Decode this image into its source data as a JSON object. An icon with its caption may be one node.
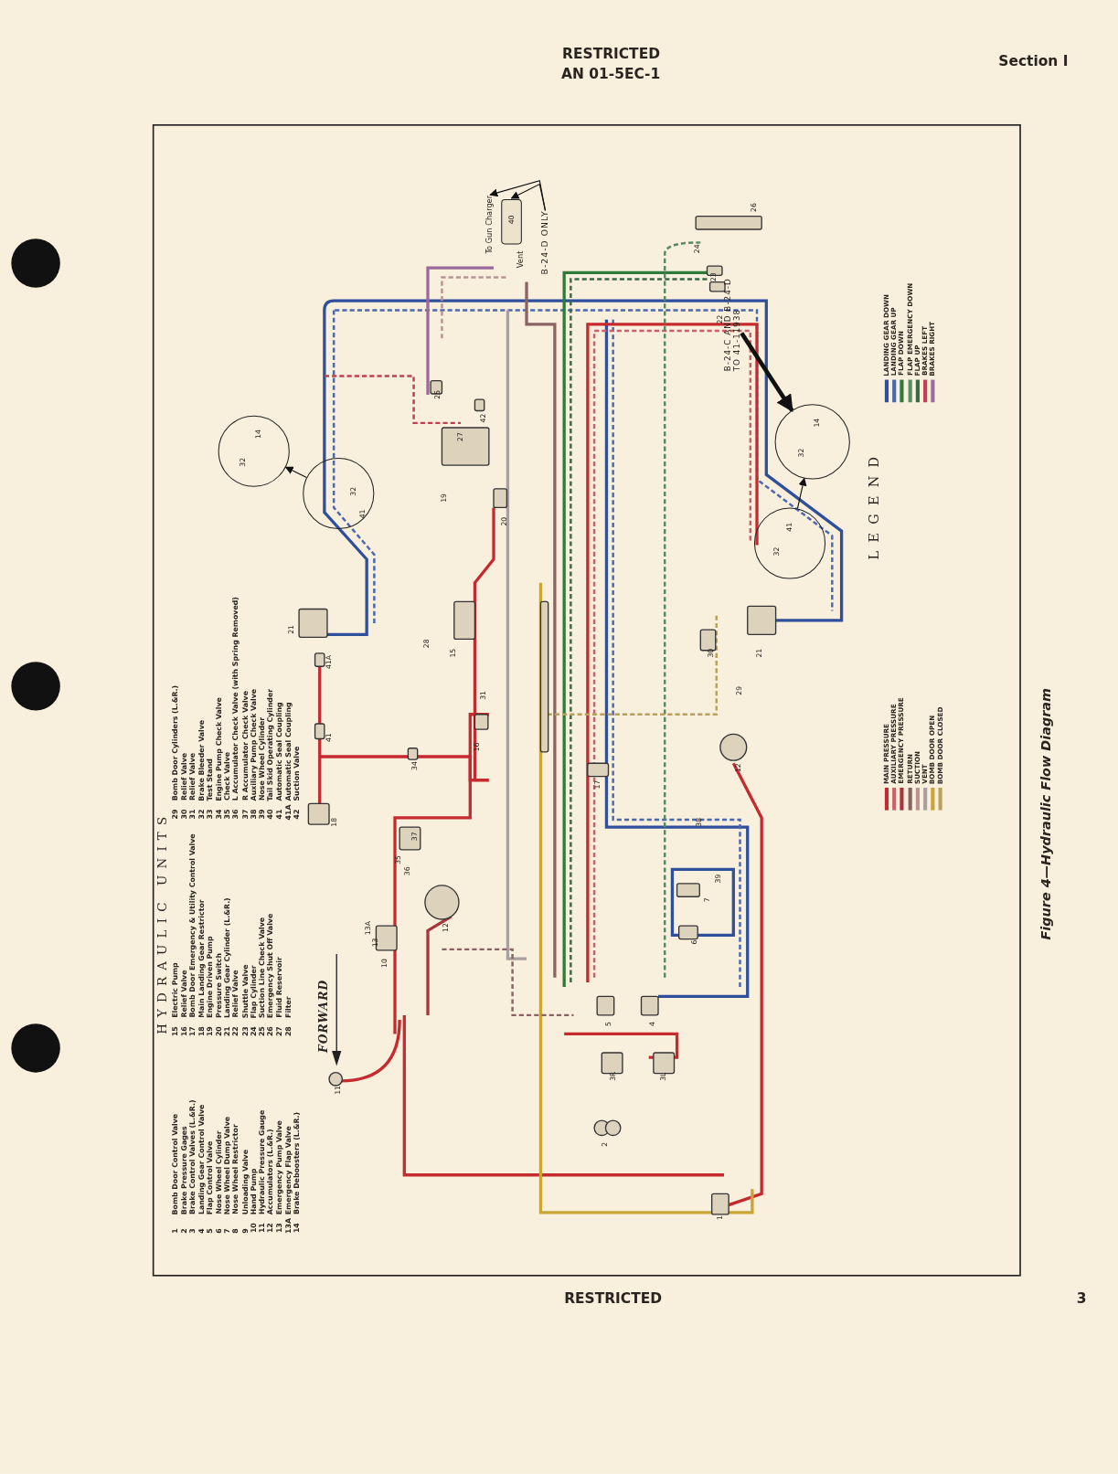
{
  "diagram": {
    "caption": "Figure 4—Hydraulic Flow Diagram",
    "nodes": [
      {
        "text": [
          "B-24-D ONLY"
        ]
      },
      {
        "text": [
          "To Gun Charger"
        ]
      },
      {
        "text": [
          "40"
        ]
      },
      {
        "text": [],
        "shape": "circle"
      },
      {
        "text": [
          "14",
          "32"
        ]
      },
      {
        "text": [],
        "shape": "circle"
      },
      {
        "text": [
          "14",
          "32"
        ]
      },
      {
        "text": [
          "B-24-C AND B-24-D TO 41-11938"
        ]
      }
    ],
    "edges": [
      {
        "from": 0,
        "to": 1,
        "arrow": "to"
      },
      {
        "from": 0,
        "to": 2,
        "arrow": "to"
      },
      {
        "from": 3,
        "to": 4,
        "arrow": "to"
      },
      {
        "from": 5,
        "to": 6,
        "arrow": "to"
      },
      {
        "from": 7,
        "to": 6,
        "arrow": "to",
        "style": "thick"
      }
    ],
    "labels": [
      "RESTRICTED",
      "AN 01-5EC-1",
      "Section I",
      "41A",
      "41",
      "18",
      "34",
      "16",
      "15",
      "28",
      "31",
      "20",
      "19",
      "27",
      "42",
      "25",
      "26",
      "23",
      "22",
      "24",
      "21",
      "32",
      "41",
      "21",
      "32",
      "41",
      "30",
      "29",
      "17",
      "38",
      "12",
      "12",
      "37",
      "35",
      "36",
      "10",
      "13",
      "13A",
      "11",
      "6",
      "7",
      "39",
      "5",
      "4",
      "3R",
      "3L",
      "2",
      "1",
      "FORWARD",
      "Vent",
      "HYDRAULIC UNITS",
      "1",
      "Bomb Door Control Valve",
      "2",
      "Brake Pressure Gages",
      "3",
      "Brake Control Valves (L.&R.)",
      "4",
      "Landing Gear Control Valve",
      "5",
      "Flap Control Valve",
      "6",
      "Nose Wheel Cylinder",
      "7",
      "Nose Wheel Dump Valve",
      "8",
      "Nose Wheel Restrictor",
      "9",
      "Unloading Valve",
      "10",
      "Hand Pump",
      "11",
      "Hydraulic Pressure Gauge",
      "12",
      "Accumulators (L.&R.)",
      "13",
      "Emergency Pump Valve",
      "13A",
      "Emergency Flap Valve",
      "14",
      "Brake Deboosters (L.&R.)",
      "15",
      "Electric Pump",
      "16",
      "Relief Valve",
      "17",
      "Bomb Door Emergency & Utility Control Valve",
      "18",
      "Main Landing Gear Restrictor",
      "19",
      "Engine Driven Pump",
      "20",
      "Pressure Switch",
      "21",
      "Landing Gear Cylinder (L.&R.)",
      "22",
      "Relief Valve",
      "23",
      "Shuttle Valve",
      "24",
      "Flap Cylinder",
      "25",
      "Suction Line Check Valve",
      "26",
      "Emergency Shut Off Valve",
      "27",
      "Fluid Reservoir",
      "28",
      "Filter",
      "29",
      "Bomb Door Cylinders (L.&R.)",
      "30",
      "Relief Valve",
      "31",
      "Relief Valve",
      "32",
      "Brake Bleeder Valve",
      "33",
      "Test Stand",
      "34",
      "Engine Pump Check Valve",
      "35",
      "Check Valve",
      "36",
      "L Accumulator Check Valve (with Spring Removed)",
      "37",
      "R Accumulator Check Valve",
      "38",
      "Auxiliary Pump Check Valve",
      "39",
      "Nose Wheel Cylinder",
      "40",
      "Tail Skid Operating Cylinder",
      "41",
      "Automatic Seal Coupling",
      "41A",
      "Automatic Seal Coupling",
      "42",
      "Suction Valve",
      "LEGEND",
      "RESTRICTED",
      "3"
    ],
    "legend": [
      {
        "text": "MAIN PRESSURE",
        "color": "#c62a2e"
      },
      {
        "text": "AUXILIARY PRESSURE",
        "color": "#c9606a"
      },
      {
        "text": "EMERGENCY PRESSURE",
        "color": "#a8343c"
      },
      {
        "text": "RETURN",
        "color": "#8a6464"
      },
      {
        "text": "SUCTION",
        "color": "#b89494"
      },
      {
        "text": "VENT",
        "color": "#a8a0a0"
      },
      {
        "text": "BOMB DOOR OPEN",
        "color": "#c9a535"
      },
      {
        "text": "BOMB DOOR CLOSED",
        "color": "#b8a060"
      },
      {
        "text": "LANDING GEAR DOWN",
        "color": "#2f4f9c"
      },
      {
        "text": "LANDING GEAR UP",
        "color": "#4a68b0"
      },
      {
        "text": "FLAP DOWN",
        "color": "#2e7a3a"
      },
      {
        "text": "FLAP EMERGENCY DOWN",
        "color": "#5a8a60"
      },
      {
        "text": "FLAP UP",
        "color": "#3a6a48"
      },
      {
        "text": "BRAKES LEFT",
        "color": "#c04050"
      },
      {
        "text": "BRAKES RIGHT",
        "color": "#9a6a9a"
      }
    ]
  }
}
